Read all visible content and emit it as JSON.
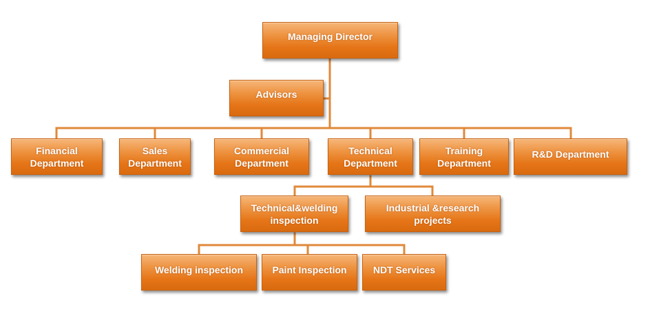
{
  "org_chart": {
    "nodes": {
      "managing_director": "Managing Director",
      "advisors": "Advisors",
      "financial": "Financial\nDepartment",
      "sales": "Sales\nDepartment",
      "commercial": "Commercial\nDepartment",
      "technical": "Technical\nDepartment",
      "training": "Training\nDepartment",
      "rnd": "R&D Department",
      "tech_welding": "Technical&welding\ninspection",
      "industrial_research": "Industrial &research\nprojects",
      "welding_inspection": "Welding inspection",
      "paint_inspection": "Paint Inspection",
      "ndt_services": "NDT Services"
    },
    "colors": {
      "box_fill": "#e57517",
      "box_highlight": "#f6b679",
      "connector": "#e0893a",
      "text": "#ffffff"
    }
  }
}
